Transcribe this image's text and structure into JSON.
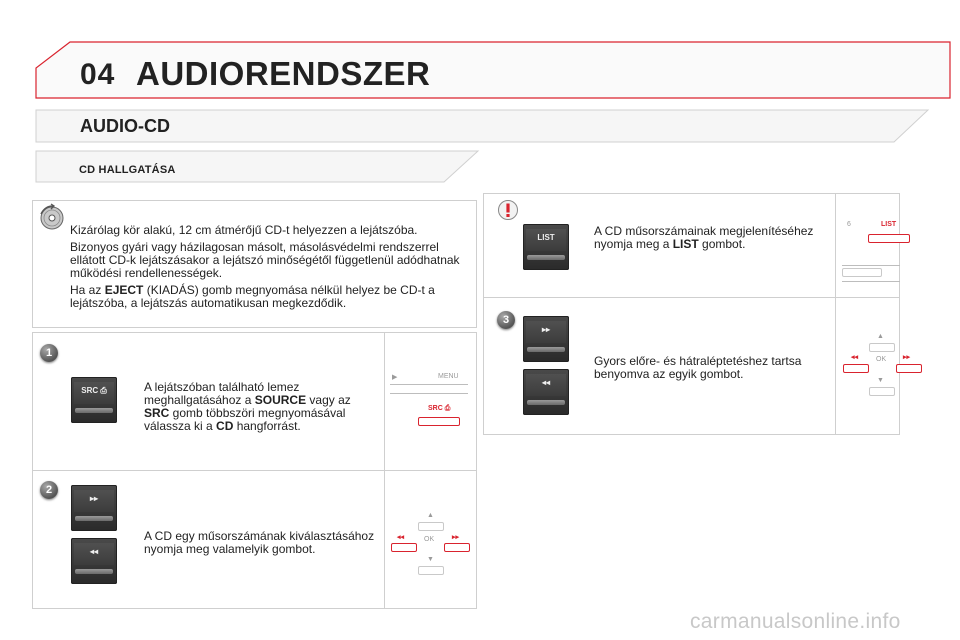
{
  "header": {
    "chapter_number": "04",
    "chapter_title": "AUDIORENDSZER"
  },
  "section": {
    "title": "AUDIO-CD",
    "subtitle": "CD HALLGATÁSA"
  },
  "info": {
    "p1": "Kizárólag kör alakú, 12 cm átmérőjű CD-t helyezzen a lejátszóba.",
    "p2": "Bizonyos gyári vagy házilagosan másolt, másolásvédelmi rendszerrel ellátott CD-k lejátszásakor a lejátszó minőségétől függetlenül adódhatnak működési rendellenességek.",
    "p3_a": "Ha az ",
    "p3_b": "EJECT",
    "p3_c": " (KIADÁS) gomb megnyomása nélkül helyez be CD-t a lejátszóba, a lejátszás automatikusan megkezdődik."
  },
  "step1": {
    "number": "1",
    "btn_label": "SRC ⎙",
    "t1": "A lejátszóban található lemez meghallgatásához a ",
    "b1": "SOURCE",
    "t2": " vagy az ",
    "b2": "SRC",
    "t3": " gomb többszöri megnyomásával válassza ki a ",
    "b3": "CD",
    "t4": " hangforrást.",
    "diagram_menu": "MENU",
    "diagram_src": "SRC ⎙"
  },
  "step2": {
    "number": "2",
    "btn_next": "▸▸",
    "btn_prev": "◂◂",
    "text": "A CD egy műsorszámának kiválasztásához nyomja meg valamelyik gombot.",
    "diagram_ok": "OK"
  },
  "list_box": {
    "warning": "!",
    "btn_label": "LIST",
    "t1": "A CD műsorszámainak megjelenítéséhez nyomja meg a ",
    "b1": "LIST",
    "t2": " gombot.",
    "diagram_six": "6",
    "diagram_list": "LIST"
  },
  "step3": {
    "number": "3",
    "btn_next": "▸▸",
    "btn_prev": "◂◂",
    "text": "Gyors előre- és hátraléptetéshez tartsa benyomva az egyik gombot.",
    "diagram_ok": "OK"
  },
  "footer": {
    "watermark": "carmanualsonline.info"
  },
  "colors": {
    "accent_red": "#d9232e",
    "border": "#cfcfcf",
    "text": "#222222"
  }
}
